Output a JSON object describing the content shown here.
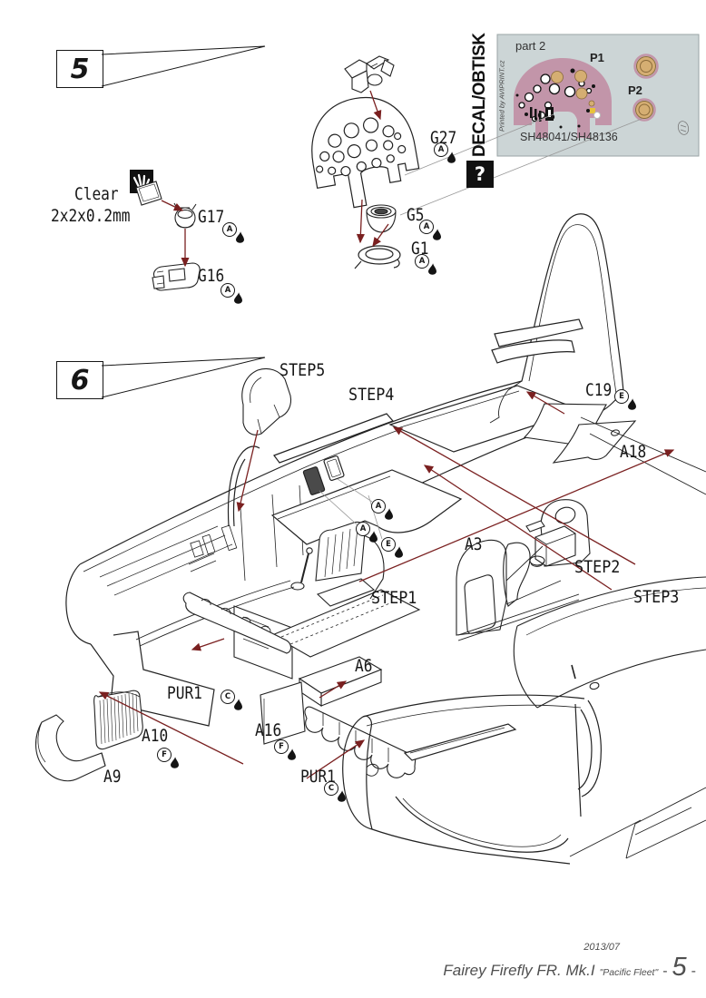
{
  "section5": {
    "number": "5",
    "note": {
      "line1": "Clear",
      "line2": "2x2x0.2mm"
    },
    "parts": {
      "g17": "G17",
      "g16": "G16",
      "g27": "G27",
      "g5": "G5",
      "g1": "G1"
    }
  },
  "decal_panel": {
    "vertical_title": "DECAL/OBTISK",
    "printed_by": "Printed by AVIPRINT.cz",
    "part_label": "part 2",
    "p1": "P1",
    "p2": "P2",
    "sheet_number": "SH48041/SH48136",
    "question_mark": "?"
  },
  "section6": {
    "number": "6",
    "steps": {
      "step1": "STEP1",
      "step2": "STEP2",
      "step3": "STEP3",
      "step4": "STEP4",
      "step5": "STEP5"
    },
    "parts": {
      "c19": "C19",
      "a18": "A18",
      "a3": "A3",
      "a6": "A6",
      "a16": "A16",
      "a10": "A10",
      "a9": "A9",
      "pur1": "PUR1"
    }
  },
  "color_codes": {
    "a": "A",
    "c": "C",
    "e": "E",
    "f": "F"
  },
  "footer": {
    "date": "2013/07",
    "kit_title": "Fairey Firefly FR. Mk.I",
    "kit_subtitle": "\"Pacific Fleet\"",
    "page_dash_left": "-",
    "page_number": "5",
    "page_dash_right": "-"
  },
  "colors": {
    "line": "#222222",
    "arrow": "#7a2020",
    "decal_bg": "#ccd5d6",
    "decal_pink": "#c295a9",
    "decal_tan": "#d5ae72"
  }
}
